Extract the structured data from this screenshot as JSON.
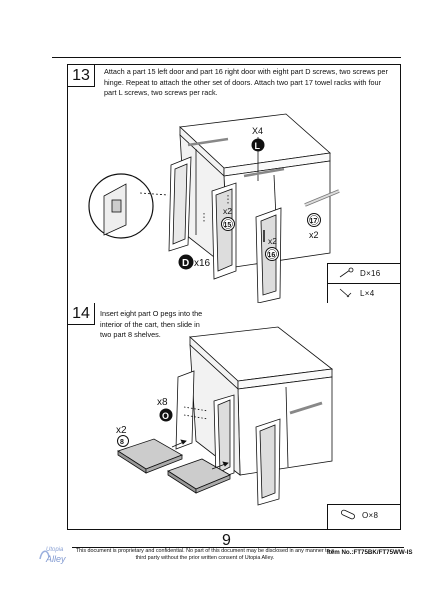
{
  "steps": [
    {
      "number": "13",
      "instruction": "Attach a part 15 left door  and part 16 right door with  eight part D screws, two screws per hinge. Repeat to attach the other set of doors. Attach two part 17 towel racks with four part L screws, two screws per rack.",
      "callouts": {
        "l_qty": "X4",
        "l_part": "L",
        "door15_qty": "x2",
        "door15_part": "15",
        "door16_qty": "x2",
        "door16_part": "16",
        "rack_part": "17",
        "rack_qty": "x2",
        "d_part": "D",
        "d_qty": "x16"
      },
      "legend": [
        {
          "icon": "d-screw-icon",
          "label": "D×16"
        },
        {
          "icon": "l-screw-icon",
          "label": "L×4"
        }
      ]
    },
    {
      "number": "14",
      "instruction": "Insert eight part O pegs into the interior of the cart, then slide in two part 8 shelves.",
      "callouts": {
        "o_qty": "x8",
        "o_part": "O",
        "shelf_qty": "x2",
        "shelf_part": "8"
      },
      "legend": [
        {
          "icon": "o-peg-icon",
          "label": "O×8"
        }
      ]
    }
  ],
  "footer": {
    "page_number": "9",
    "logo_text_top": "Utopia",
    "logo_text_bottom": "Alley",
    "disclaimer": "This document is proprietary and confidential. No part of this document may be disclosed in any manner to a third party without the prior written consent of Utopia Alley.",
    "item_label": "Item No.:",
    "item_value": "FT75BK/FT75WW-IS"
  }
}
